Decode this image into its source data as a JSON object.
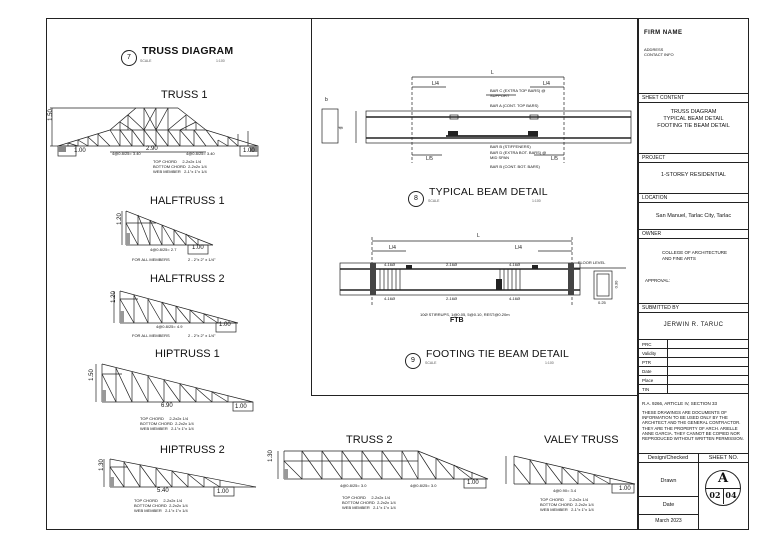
{
  "titles": {
    "truss_diagram": "TRUSS DIAGRAM",
    "truss_diagram_num": "7",
    "beam_detail": "TYPICAL BEAM DETAIL",
    "beam_detail_num": "8",
    "ftb_detail": "FOOTING TIE BEAM DETAIL",
    "ftb_detail_num": "9",
    "scale": "SCALE",
    "scale_val": "1:100"
  },
  "trusses": {
    "truss1": {
      "label": "TRUSS 1",
      "height": "1.50",
      "span": "2.90",
      "end_l": "1.00",
      "end_r": "1.00",
      "spacing_l": "4@0.8/25= 3.40",
      "spacing_r": "4@0.8/25= 3.40"
    },
    "halftruss1": {
      "label": "HALFTRUSS 1",
      "height": "1.20",
      "end": "1.00",
      "spacing": "4@0.8/25= 2.7",
      "note": "FOR ALL MEMBERS",
      "note_val": "2 - 2\"x 2\" x 1/4\""
    },
    "halftruss2": {
      "label": "HALFTRUSS 2",
      "height": "1.20",
      "end": "1.00",
      "spacing": "4@0.8/25= 4.9",
      "note": "FOR ALL MEMBERS",
      "note_val": "2 - 2\"x 2\" x 1/4\""
    },
    "hiptruss1": {
      "label": "HIPTRUSS 1",
      "height": "1.50",
      "span": "6.90",
      "end": "1.00"
    },
    "hiptruss2": {
      "label": "HIPTRUSS 2",
      "height": "1.30",
      "span": "5.40",
      "end": "1.00"
    },
    "truss2": {
      "label": "TRUSS 2",
      "height": "1.30",
      "end": "1.00",
      "spacing_l": "4@0.8/25= 3.0",
      "spacing_r": "4@0.8/25= 3.0"
    },
    "valey": {
      "label": "VALEY TRUSS",
      "end": "1.00",
      "spacing": "4@0.90= 3.4"
    }
  },
  "member_table": {
    "top": "TOP CHORD",
    "bottom": "BOTTOM CHORD",
    "web": "WEB MEMBER",
    "top_val": "2-2x2x 1/4",
    "bottom_val": "2-2x2x 1/4",
    "web_val": "2-1\"x 1\"x 1/4"
  },
  "beam": {
    "L4a": "L/4",
    "L4b": "L/4",
    "L5a": "L/5",
    "L5b": "L/5",
    "L": "L",
    "b": "b",
    "d": "d",
    "notes_top": [
      "BAR C (EXTRA TOP BARS) @ SUPPORT",
      "BAR A (CONT. TOP BARS)"
    ],
    "notes_bot": [
      "BAR B (STIFFENERS)",
      "BAR D (EXTRA BOT. BARS) @ MID SPAN",
      "BAR B (CONT. BOT. BARS)"
    ]
  },
  "ftb": {
    "L4a": "L/4",
    "L4b": "L/4",
    "L": "L",
    "top_l": "4-16Ø",
    "top_m": "2-16Ø",
    "top_r": "4-16Ø",
    "bot_l": "4-16Ø",
    "bot_m": "2-16Ø",
    "bot_r": "4-16Ø",
    "floor_level": "FLOOR LEVEL",
    "stirrups": "10Ø STIRRUPS, 1@0.05, 5@0.10, REST@0.20m",
    "label": "FTB",
    "sec_h": "0.30",
    "sec_w": "0.25"
  },
  "title_block": {
    "firm_name": "FIRM NAME",
    "firm_addr1": "ADDRESS",
    "firm_addr2": "CONTACT INFO",
    "sheet_content_h": "SHEET CONTENT",
    "sheet_content": [
      "TRUSS DIAGRAM",
      "TYPICAL BEAM DETAIL",
      "FOOTING TIE BEAM DETAIL"
    ],
    "project_h": "PROJECT",
    "project": "1-STOREY RESIDENTIAL",
    "location_h": "LOCATION",
    "location": "San Manuel, Tarlac City, Tarlac",
    "owner_h": "OWNER",
    "owner": [
      "COLLEGE OF ARCHITECTURE",
      "AND FINE ARTS"
    ],
    "approval": "APPROVAL:",
    "submitted_h": "SUBMITTED BY",
    "submitted": "JERWIN R. TARUC",
    "fields": [
      "PRC",
      "Validity",
      "PTR",
      "Date",
      "Place",
      "TIN"
    ],
    "ra": "R.A. 9266, ARTICLE IV, SECTION 33",
    "disclaimer": "THESE DRAWINGS ARE DOCUMENTS OF INFORMATION TO BE USED ONLY BY THE ARCHITECT AND THE GENERAL CONTRACTOR. THEY ARE THE PROPERTY OF ARCH. ARIELLE ANNE GARCIA. THEY CANNOT BE COPIED NOR REPRODUCED WITHOUT WRITTEN PERMISSION.",
    "design_checked": "Design/Checked",
    "sheet_no_h": "SHEET NO.",
    "drawn": "Drawn",
    "date_l": "Date",
    "date": "March 2023",
    "sheet_letter": "A",
    "sheet_num": "02",
    "sheet_total": "04"
  }
}
